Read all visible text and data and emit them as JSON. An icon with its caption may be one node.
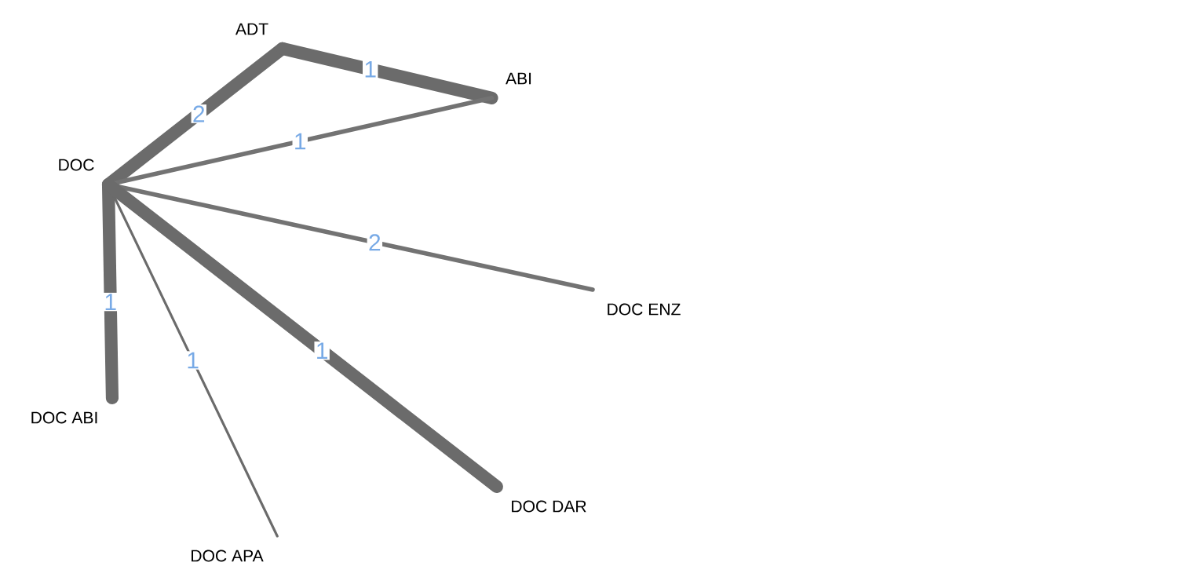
{
  "diagram": {
    "nodes": [
      {
        "text": [
          "ADT"
        ]
      },
      {
        "text": [
          "ABI"
        ]
      },
      {
        "text": [
          "DOC"
        ]
      },
      {
        "text": [
          "DOC ENZ"
        ]
      },
      {
        "text": [
          "DOC ABI"
        ]
      },
      {
        "text": [
          "DOC APA"
        ]
      },
      {
        "text": [
          "DOC DAR"
        ]
      }
    ],
    "edges": [
      {
        "from": 2,
        "to": 0,
        "arrow": "none",
        "label": "2"
      },
      {
        "from": 0,
        "to": 1,
        "arrow": "none",
        "label": "1"
      },
      {
        "from": 2,
        "to": 1,
        "arrow": "none",
        "label": "1"
      },
      {
        "from": 2,
        "to": 3,
        "arrow": "none",
        "label": "2"
      },
      {
        "from": 2,
        "to": 4,
        "arrow": "none",
        "label": "1"
      },
      {
        "from": 2,
        "to": 5,
        "arrow": "none",
        "label": "1"
      },
      {
        "from": 2,
        "to": 6,
        "arrow": "none",
        "label": "1"
      }
    ]
  }
}
